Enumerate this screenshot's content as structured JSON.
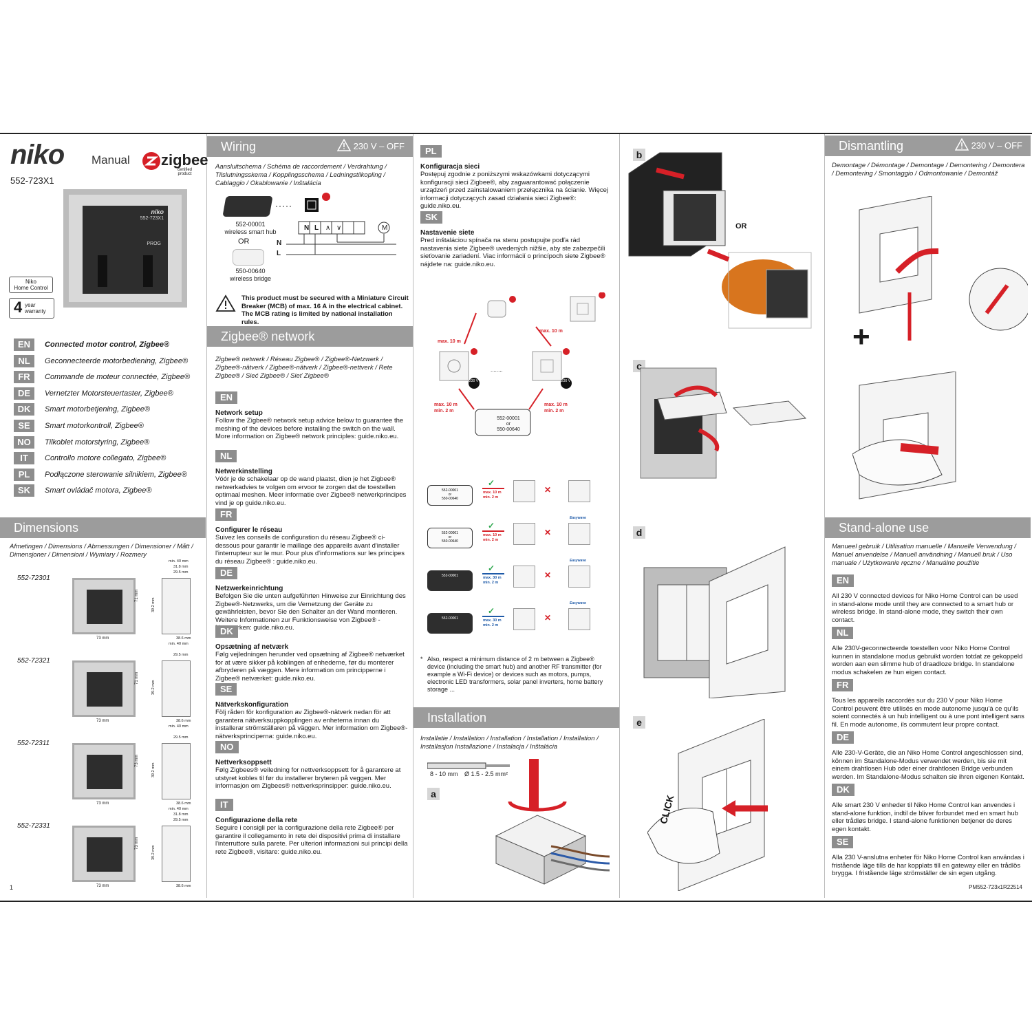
{
  "brand": {
    "logo": "niko",
    "manual": "Manual",
    "model": "552-723X1",
    "zigbee": "zigbee",
    "zigbee_sub": "certified\nproduct",
    "nhc_badge": "Niko\nHome Control",
    "warranty_num": "4",
    "warranty_text": "year\nwarranty"
  },
  "device_labels": {
    "brand": "niko",
    "model": "552-723X1",
    "prog": "PROG"
  },
  "languages": [
    {
      "code": "EN",
      "text": "Connected motor control, Zigbee®"
    },
    {
      "code": "NL",
      "text": "Geconnecteerde motorbediening, Zigbee®"
    },
    {
      "code": "FR",
      "text": "Commande de moteur connectée, Zigbee®"
    },
    {
      "code": "DE",
      "text": "Vernetzter Motorsteuertaster, Zigbee®"
    },
    {
      "code": "DK",
      "text": "Smart motorbetjening, Zigbee®"
    },
    {
      "code": "SE",
      "text": "Smart motorkontroll, Zigbee®"
    },
    {
      "code": "NO",
      "text": "Tilkoblet motorstyring, Zigbee®"
    },
    {
      "code": "IT",
      "text": "Controllo motore collegato, Zigbee®"
    },
    {
      "code": "PL",
      "text": "Podłączone sterowanie silnikiem, Zigbee®"
    },
    {
      "code": "SK",
      "text": "Smart ovládač motora, Zigbee®"
    }
  ],
  "dimensions": {
    "title": "Dimensions",
    "subtitle": "Afmetingen / Dimensions / Abmessungen / Dimensioner / Mått / Dimensjoner / Dimensioni / Wymiary / Rozmery",
    "items": [
      {
        "ref": "552-72301",
        "w": "73 mm",
        "h": "71 mm",
        "d1": "min. 40 mm",
        "d2": "31.8 mm",
        "d3": "29.5 mm",
        "d4": "38.6 mm",
        "d5": "39.2 mm"
      },
      {
        "ref": "552-72321",
        "w": "73 mm",
        "h": "71 mm",
        "d1": "min. 40 mm",
        "d2": "",
        "d3": "29.5 mm",
        "d4": "38.6 mm",
        "d5": "39.2 mm"
      },
      {
        "ref": "552-72311",
        "w": "73 mm",
        "h": "73 mm",
        "d1": "min. 40 mm",
        "d2": "",
        "d3": "29.5 mm",
        "d4": "38.6 mm",
        "d5": "39.2 mm"
      },
      {
        "ref": "552-72331",
        "w": "73 mm",
        "h": "73 mm",
        "d1": "min. 40 mm",
        "d2": "31.8 mm",
        "d3": "29.5 mm",
        "d4": "38.6 mm",
        "d5": "39.2 mm"
      }
    ],
    "page": "1"
  },
  "wiring": {
    "title": "Wiring",
    "warning": "230 V – OFF",
    "subtitle": "Aansluitschema / Schéma de raccordement / Verdrahtung / Tilslutningsskema / Kopplingsschema / Ledningstilkopling / Cablaggio / Okablowanie / Inštalácia",
    "hub_ref": "552-00001",
    "hub_name": "wireless smart hub",
    "or": "OR",
    "bridge_ref": "550-00640",
    "bridge_name": "wireless bridge",
    "terminals": [
      "N",
      "L",
      "∧",
      "∨"
    ],
    "lines": [
      "N",
      "L"
    ],
    "motor": "M",
    "mcb_note": "This product must be secured with a Miniature Circuit Breaker (MCB) of max. 16 A in the electrical cabinet. The MCB rating is limited by national installation rules."
  },
  "zigbee": {
    "title": "Zigbee® network",
    "subtitle": "Zigbee® netwerk / Réseau Zigbee® / Zigbee®-Netzwerk / Zigbee®-nätverk / Zigbee®-nätverk / Zigbee®-nettverk / Rete Zigbee® / Sieć Zigbee® / Sieť Zigbee®",
    "sections": [
      {
        "code": "EN",
        "head": "Network setup",
        "body": "Follow the Zigbee® network setup advice below to guarantee the meshing of the devices before installing the switch on the wall. More information on Zigbee® network principles: guide.niko.eu."
      },
      {
        "code": "NL",
        "head": "Netwerkinstelling",
        "body": "Vóór je de schakelaar op de wand plaatst, dien je het Zigbee® netwerkadvies te volgen om ervoor te zorgen dat de toestellen optimaal meshen. Meer informatie over Zigbee® netwerkprincipes vind je op guide.niko.eu."
      },
      {
        "code": "FR",
        "head": "Configurer le réseau",
        "body": "Suivez les conseils de configuration du réseau Zigbee® ci-dessous pour garantir le maillage des appareils avant d'installer l'interrupteur sur le mur. Pour plus d'informations sur les principes du réseau Zigbee® : guide.niko.eu."
      },
      {
        "code": "DE",
        "head": "Netzwerkeinrichtung",
        "body": "Befolgen Sie die unten aufgeführten Hinweise zur Einrichtung des Zigbee®-Netzwerks, um die Vernetzung der Geräte zu gewährleisten, bevor Sie den Schalter an der Wand montieren. Weitere Informationen zur Funktionsweise von Zigbee® -Netzwerken: guide.niko.eu."
      },
      {
        "code": "DK",
        "head": "Opsætning af netværk",
        "body": "Følg vejledningen herunder ved opsætning af Zigbee® netværket for at være sikker på koblingen af enhederne, før du monterer afbryderen på væggen. Mere information om principperne i Zigbee® netværket: guide.niko.eu."
      },
      {
        "code": "SE",
        "head": "Nätverkskonfiguration",
        "body": "Följ råden för konfiguration av Zigbee®-nätverk nedan för att garantera nätverksuppkopplingen av enheterna innan du installerar strömställaren på väggen. Mer information om Zigbee®-nätverksprinciperna: guide.niko.eu."
      },
      {
        "code": "NO",
        "head": "Nettverksoppsett",
        "body": "Følg Zigbees® veiledning for nettverksoppsett for å garantere at utstyret kobles til før du installerer bryteren på veggen. Mer informasjon om Zigbees® nettverksprinsipper: guide.niko.eu."
      },
      {
        "code": "IT",
        "head": "Configurazione della rete",
        "body": "Seguire i consigli per la configurazione della rete Zigbee® per garantire il collegamento in rete dei dispositivi prima di installare l'interruttore sulla parete. Per ulteriori informazioni sui principi della rete Zigbee®, visitare: guide.niko.eu."
      }
    ]
  },
  "col3": {
    "sections": [
      {
        "code": "PL",
        "head": "Konfiguracja sieci",
        "body": "Postępuj zgodnie z poniższymi wskazówkami dotyczącymi konfiguracji sieci Zigbee®, aby zagwarantować połączenie urządzeń przed zainstalowaniem przełącznika na ścianie. Więcej informacji dotyczących zasad działania sieci Zigbee®: guide.niko.eu."
      },
      {
        "code": "SK",
        "head": "Nastavenie siete",
        "body": "Pred inštaláciou spínača na stenu postupujte podľa rád nastavenia siete Zigbee® uvedených nižšie, aby ste zabezpečili sieťovanie zariadení. Viac informácií o princípoch siete Zigbee® nájdete na: guide.niko.eu."
      }
    ],
    "mesh": {
      "max10": "max. 10 m",
      "min2": "min. 2 m",
      "v230": "230 V",
      "hub": "552-00001",
      "or": "or",
      "bridge": "550-00640",
      "dots": "........"
    },
    "rows": [
      {
        "dist1": "max. 10 m",
        "dist2": "min. 2 m",
        "hub": "552-00001",
        "or": "or",
        "bridge": "550-00640"
      },
      {
        "dist1": "max. 10 m",
        "dist2": "min. 2 m",
        "hub": "552-00001",
        "or": "or",
        "bridge": "550-00640",
        "easy": "Easywave"
      },
      {
        "dist1": "max. 30 m",
        "dist2": "min. 2 m",
        "hub": "552-00001",
        "easy": "Easywave"
      },
      {
        "dist1": "max. 30 m",
        "dist2": "min. 2 m",
        "hub": "552-00001",
        "easy": "Easywave"
      }
    ],
    "footnote": "Also, respect a minimum distance of 2 m between a Zigbee® device (including the smart hub) and another RF transmitter (for example a Wi-Fi device) or devices such as motors, pumps, electronic LED transformers, solar panel inverters, home battery storage ...",
    "footnote_mark": "*"
  },
  "installation": {
    "title": "Installation",
    "subtitle": "Installatie / Installation / Installation / Installation / Installation / Installasjon Installazione / Instalacja / Inštalácia",
    "strip": "8 - 10 mm",
    "section": "Ø 1.5 - 2.5 mm²",
    "step": "a"
  },
  "steps": {
    "b": "b",
    "c": "c",
    "d": "d",
    "e": "e",
    "or": "OR",
    "click": "CLICK"
  },
  "dismantling": {
    "title": "Dismantling",
    "warning": "230 V – OFF",
    "subtitle": "Demontage / Démontage / Demontage / Demontering / Demontera / Demontering / Smontaggio / Odmontowanie / Demontáž",
    "plus": "+"
  },
  "standalone": {
    "title": "Stand-alone use",
    "subtitle": "Manueel gebruik / Utilisation manuelle / Manuelle Verwendung / Manuel anvendelse / Manuell användning / Manuell bruk / Uso manuale / Użytkowanie ręczne / Manuálne použitie",
    "sections": [
      {
        "code": "EN",
        "body": "All 230 V connected devices for Niko Home Control can be used in stand-alone mode until they are connected to a smart hub or wireless bridge. In stand-alone mode, they switch their own contact."
      },
      {
        "code": "NL",
        "body": "Alle 230V-geconnecteerde toestellen voor Niko Home Control kunnen in standalone modus gebruikt worden totdat ze gekoppeld worden aan een slimme hub of draadloze bridge. In standalone modus schakelen ze hun eigen contact."
      },
      {
        "code": "FR",
        "body": "Tous les appareils raccordés sur du 230 V pour Niko Home Control peuvent être utilisés en mode autonome jusqu'à ce qu'ils soient connectés à un hub intelligent ou à une pont intelligent sans fil. En mode autonome, ils commutent leur propre contact."
      },
      {
        "code": "DE",
        "body": "Alle 230-V-Geräte, die an Niko Home Control angeschlossen sind, können im Standalone-Modus verwendet werden, bis sie mit einem drahtlosen Hub oder einer drahtlosen Bridge verbunden werden. Im Standalone-Modus schalten sie ihren eigenen Kontakt."
      },
      {
        "code": "DK",
        "body": "Alle smart 230 V enheder til Niko Home Control kan anvendes i stand-alone funktion, indtil de bliver forbundet med en smart hub eller trådløs bridge. I stand-alone funktionen betjener de deres egen kontakt."
      },
      {
        "code": "SE",
        "body": "Alla 230 V-anslutna enheter för Niko Home Control kan användas i fristående läge tills de har kopplats till en gateway eller en trådlös brygga. I fristående läge strömställer de sin egen utgång."
      }
    ],
    "code": "PM552-723x1R22514"
  },
  "colors": {
    "band": "#9c9c9c",
    "tag": "#8d8d8d",
    "red": "#d62027",
    "green": "#2fa84f",
    "blue": "#1e5aa8"
  }
}
